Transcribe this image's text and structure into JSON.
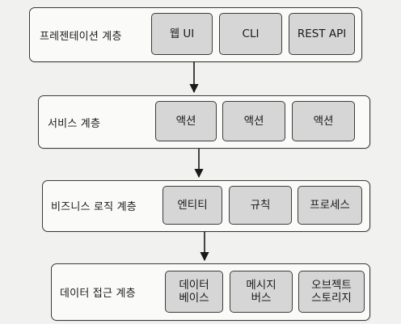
{
  "layers": [
    {
      "title": "프레젠테이션 계층",
      "components": [
        "웹 UI",
        "CLI",
        "REST API"
      ]
    },
    {
      "title": "서비스 계층",
      "components": [
        "액션",
        "액션",
        "액션"
      ]
    },
    {
      "title": "비즈니스 로직 계층",
      "components": [
        "엔티티",
        "규칙",
        "프로세스"
      ]
    },
    {
      "title": "데이터 접근 계층",
      "components": [
        "데이터\n베이스",
        "메시지\n버스",
        "오브젝트\n스토리지"
      ]
    }
  ]
}
